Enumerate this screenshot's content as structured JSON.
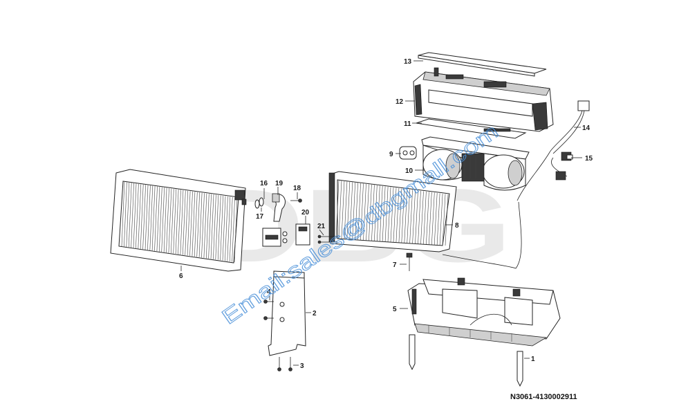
{
  "watermark": {
    "brand": "DBG",
    "email": "Email:sales@dbgmall.com"
  },
  "drawing_code": "N3061-4130002911",
  "callouts": [
    {
      "id": "1",
      "label": "1"
    },
    {
      "id": "2",
      "label": "2"
    },
    {
      "id": "3",
      "label": "3"
    },
    {
      "id": "4",
      "label": "4"
    },
    {
      "id": "5",
      "label": "5"
    },
    {
      "id": "6",
      "label": "6"
    },
    {
      "id": "7",
      "label": "7"
    },
    {
      "id": "8",
      "label": "8"
    },
    {
      "id": "9",
      "label": "9"
    },
    {
      "id": "10",
      "label": "10"
    },
    {
      "id": "11",
      "label": "11"
    },
    {
      "id": "12",
      "label": "12"
    },
    {
      "id": "13",
      "label": "13"
    },
    {
      "id": "14",
      "label": "14"
    },
    {
      "id": "15",
      "label": "15"
    },
    {
      "id": "16",
      "label": "16"
    },
    {
      "id": "17",
      "label": "17"
    },
    {
      "id": "18",
      "label": "18"
    },
    {
      "id": "19",
      "label": "19"
    },
    {
      "id": "20",
      "label": "20"
    },
    {
      "id": "21",
      "label": "21"
    }
  ]
}
